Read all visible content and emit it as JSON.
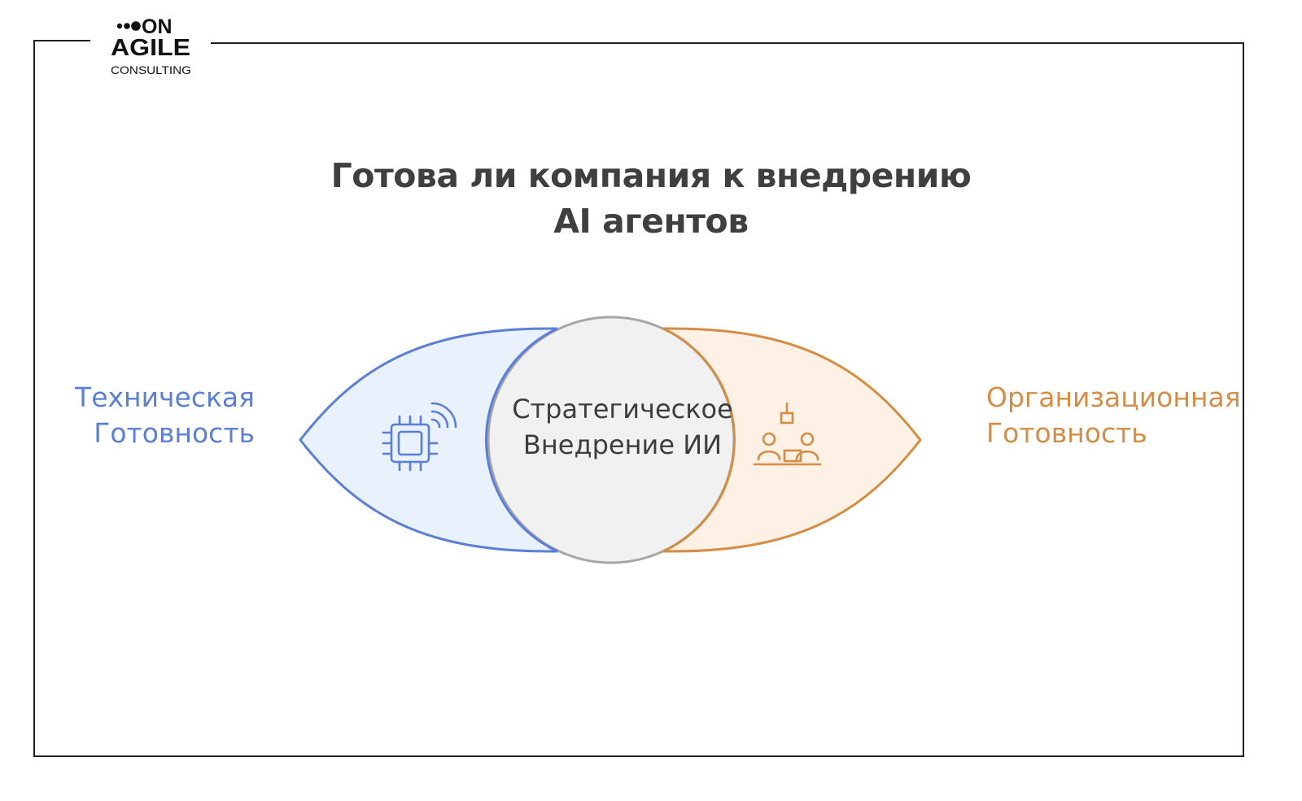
{
  "logo": {
    "line1": "ON",
    "line2": "AGILE",
    "line3": "CONSULTING"
  },
  "title": {
    "line1": "Готова ли компания к внедрению",
    "line2": "AI агентов"
  },
  "diagram": {
    "left": {
      "line1": "Техническая",
      "line2": "Готовность",
      "icon": "chip-signal-icon",
      "color": "#5b7fd6",
      "fill": "#e9f1fd"
    },
    "center": {
      "line1": "Стратегическое",
      "line2": "Внедрение ИИ",
      "color": "#a6a6a6",
      "fill": "#f1f1f1"
    },
    "right": {
      "line1": "Организационная",
      "line2": "Готовность",
      "icon": "team-meeting-icon",
      "color": "#d58d45",
      "fill": "#fdf0e4"
    }
  }
}
